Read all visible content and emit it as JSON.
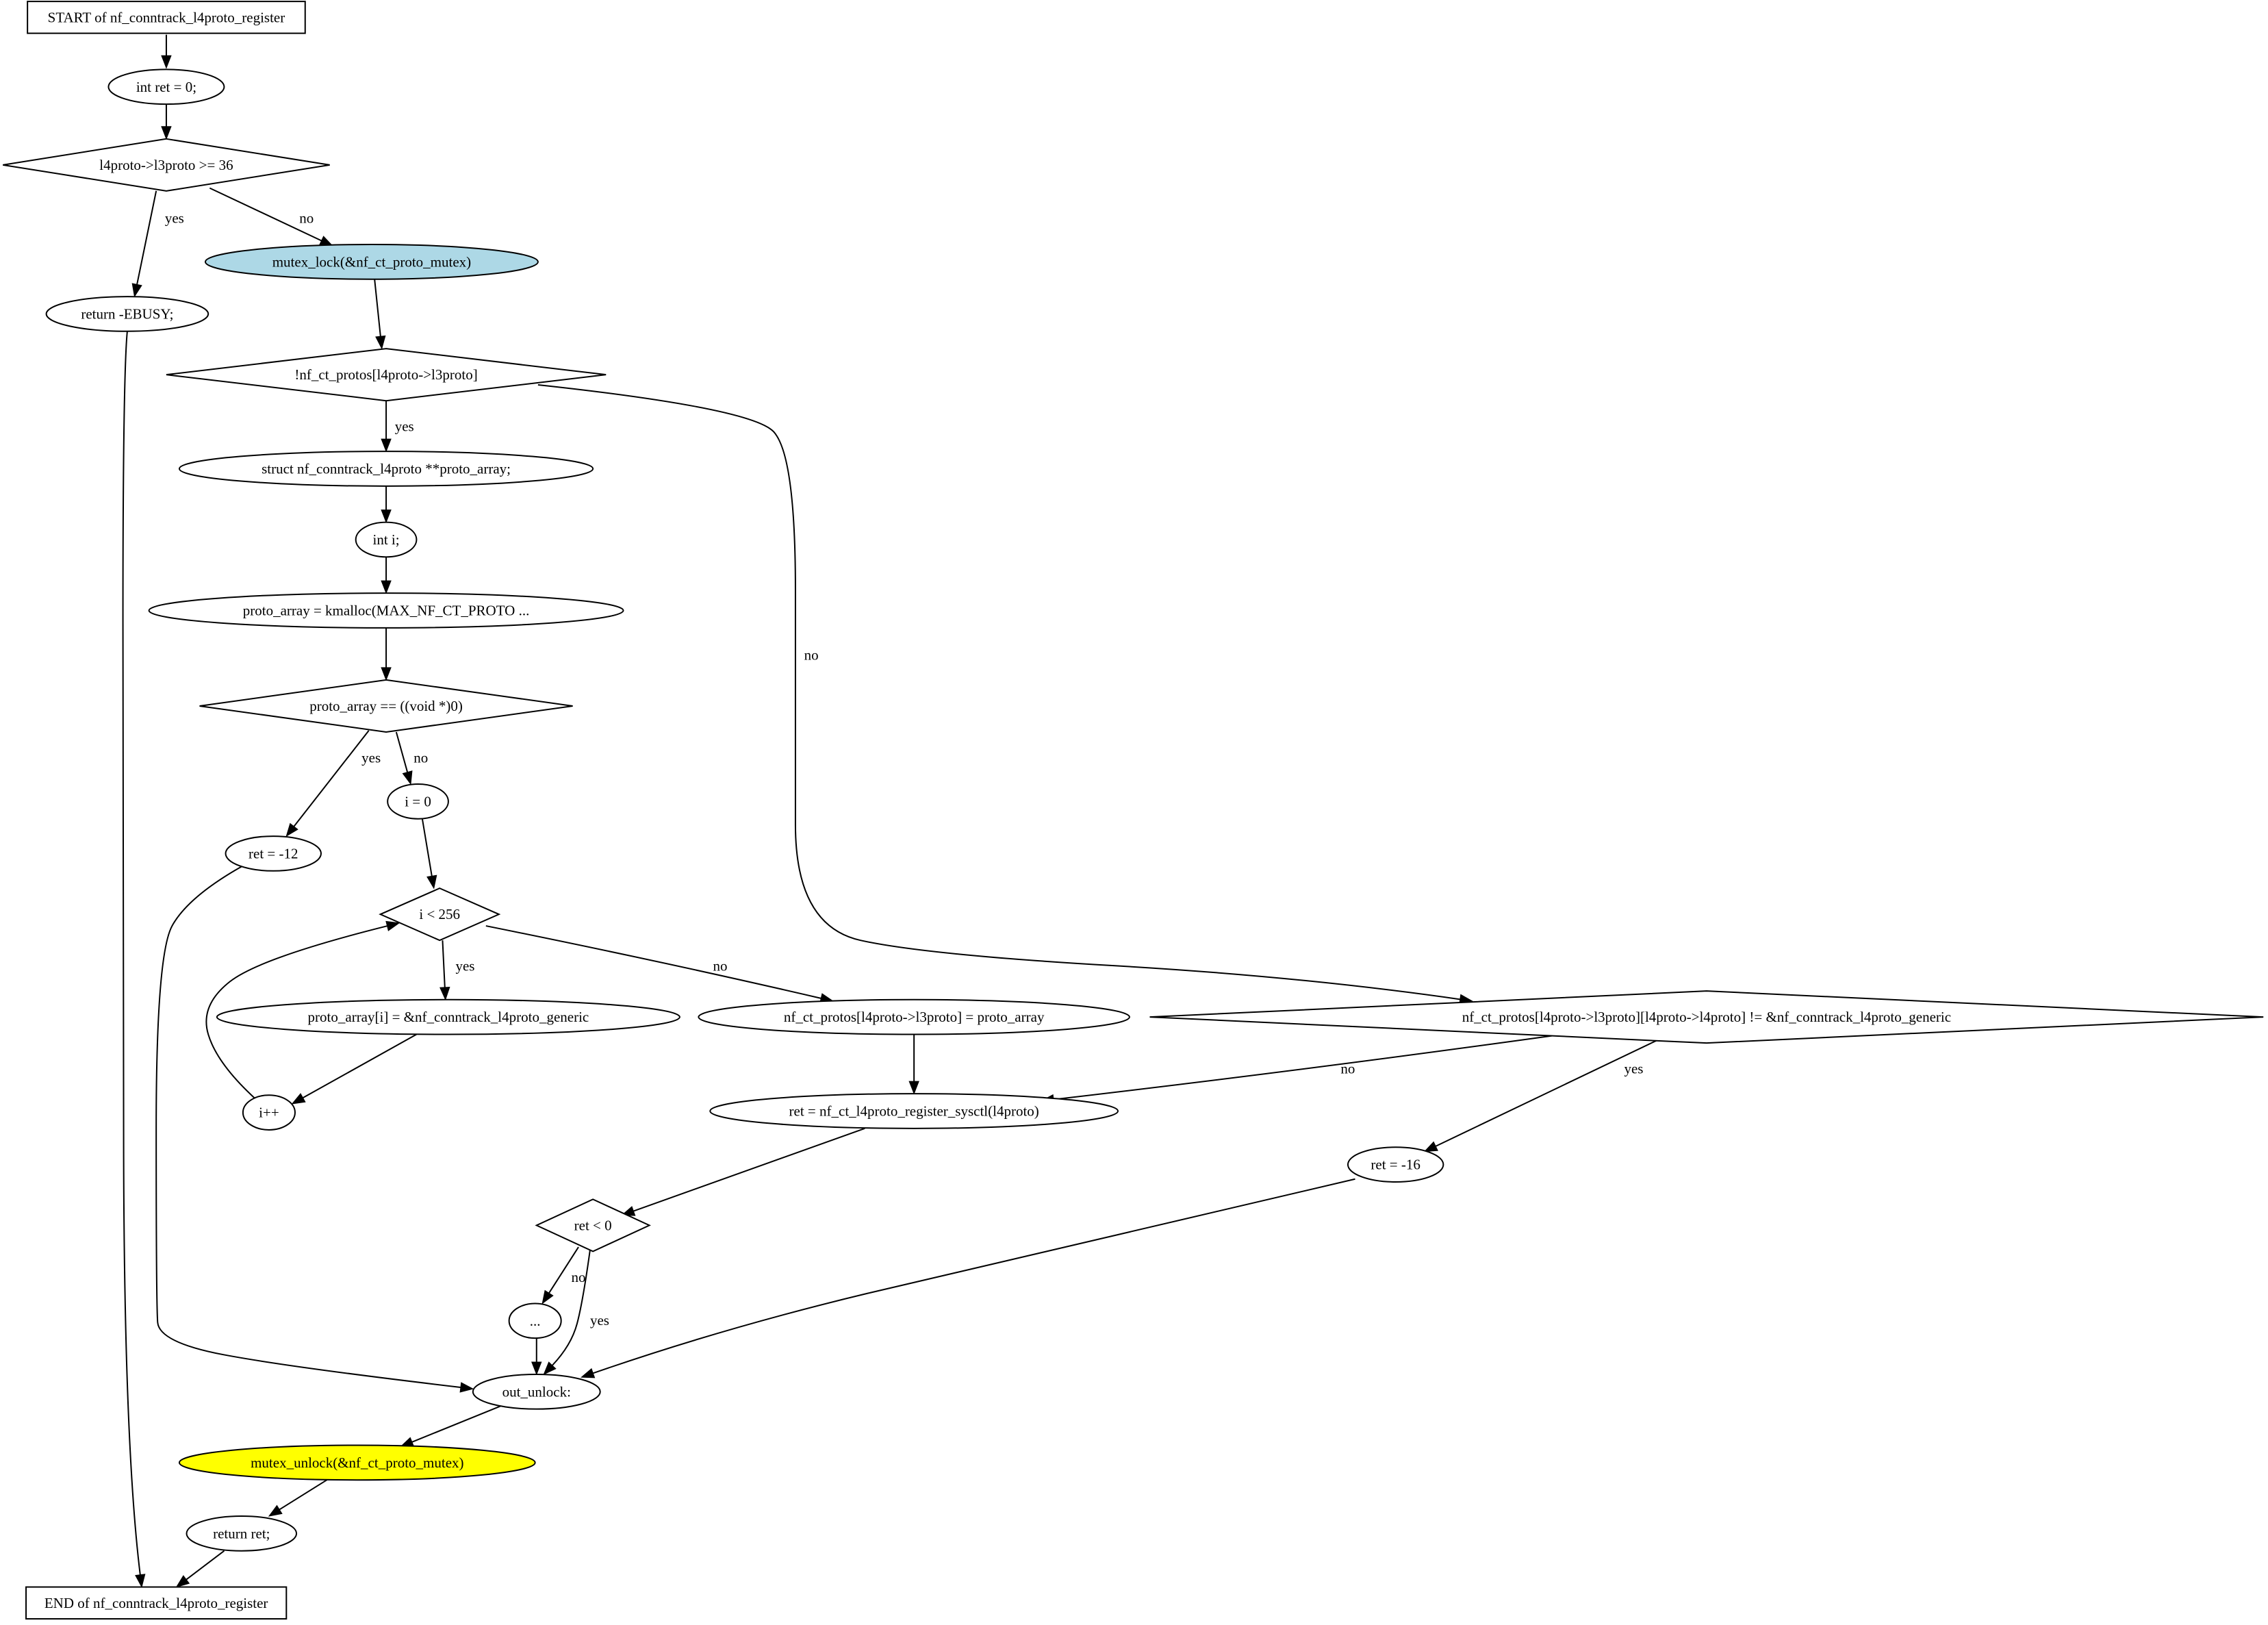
{
  "colors": {
    "background": "#ffffff",
    "stroke": "#000000",
    "node_default_fill": "#ffffff",
    "lock_fill": "#add8e6",
    "unlock_fill": "#ffff00"
  },
  "nodes": [
    {
      "id": "start",
      "shape": "box",
      "label": "START of nf_conntrack_l4proto_register"
    },
    {
      "id": "int-ret",
      "shape": "ellipse",
      "label": "int ret = 0;"
    },
    {
      "id": "cond-l3proto",
      "shape": "diamond",
      "label": "l4proto->l3proto >= 36"
    },
    {
      "id": "return-ebusy",
      "shape": "ellipse",
      "label": "return -EBUSY;"
    },
    {
      "id": "mutex-lock",
      "shape": "ellipse",
      "label": "mutex_lock(&nf_ct_proto_mutex)",
      "fill": "lock_fill"
    },
    {
      "id": "cond-protos-null",
      "shape": "diamond",
      "label": "!nf_ct_protos[l4proto->l3proto]"
    },
    {
      "id": "decl-proto-array",
      "shape": "ellipse",
      "label": "struct nf_conntrack_l4proto **proto_array;"
    },
    {
      "id": "decl-int-i",
      "shape": "ellipse",
      "label": "int i;"
    },
    {
      "id": "assign-kmalloc",
      "shape": "ellipse",
      "label": "proto_array = kmalloc(MAX_NF_CT_PROTO ..."
    },
    {
      "id": "cond-proto-array-null",
      "shape": "diamond",
      "label": "proto_array == ((void *)0)"
    },
    {
      "id": "assign-i-zero",
      "shape": "ellipse",
      "label": "i = 0"
    },
    {
      "id": "ret-minus-12",
      "shape": "ellipse",
      "label": "ret = -12"
    },
    {
      "id": "cond-i-lt-256",
      "shape": "diamond",
      "label": "i < 256"
    },
    {
      "id": "assign-generic",
      "shape": "ellipse",
      "label": "proto_array[i] = &nf_conntrack_l4proto_generic"
    },
    {
      "id": "i-increment",
      "shape": "ellipse",
      "label": "i++"
    },
    {
      "id": "assign-protos",
      "shape": "ellipse",
      "label": "nf_ct_protos[l4proto->l3proto] = proto_array"
    },
    {
      "id": "cond-not-generic",
      "shape": "diamond",
      "label": "nf_ct_protos[l4proto->l3proto][l4proto->l4proto] != &nf_conntrack_l4proto_generic"
    },
    {
      "id": "ret-register-sysctl",
      "shape": "ellipse",
      "label": "ret = nf_ct_l4proto_register_sysctl(l4proto)"
    },
    {
      "id": "ret-minus-16",
      "shape": "ellipse",
      "label": "ret = -16"
    },
    {
      "id": "cond-ret-lt-0",
      "shape": "diamond",
      "label": "ret < 0"
    },
    {
      "id": "ellipsis",
      "shape": "ellipse",
      "label": "..."
    },
    {
      "id": "out-unlock",
      "shape": "ellipse",
      "label": "out_unlock:"
    },
    {
      "id": "mutex-unlock",
      "shape": "ellipse",
      "label": "mutex_unlock(&nf_ct_proto_mutex)",
      "fill": "unlock_fill"
    },
    {
      "id": "return-ret",
      "shape": "ellipse",
      "label": "return ret;"
    },
    {
      "id": "end",
      "shape": "box",
      "label": "END of nf_conntrack_l4proto_register"
    }
  ],
  "edges": [
    {
      "from": "start",
      "to": "int-ret",
      "label": ""
    },
    {
      "from": "int-ret",
      "to": "cond-l3proto",
      "label": ""
    },
    {
      "from": "cond-l3proto",
      "to": "return-ebusy",
      "label": "yes"
    },
    {
      "from": "cond-l3proto",
      "to": "mutex-lock",
      "label": "no"
    },
    {
      "from": "return-ebusy",
      "to": "end",
      "label": ""
    },
    {
      "from": "mutex-lock",
      "to": "cond-protos-null",
      "label": ""
    },
    {
      "from": "cond-protos-null",
      "to": "decl-proto-array",
      "label": "yes"
    },
    {
      "from": "cond-protos-null",
      "to": "cond-not-generic",
      "label": "no"
    },
    {
      "from": "decl-proto-array",
      "to": "decl-int-i",
      "label": ""
    },
    {
      "from": "decl-int-i",
      "to": "assign-kmalloc",
      "label": ""
    },
    {
      "from": "assign-kmalloc",
      "to": "cond-proto-array-null",
      "label": ""
    },
    {
      "from": "cond-proto-array-null",
      "to": "ret-minus-12",
      "label": "yes"
    },
    {
      "from": "cond-proto-array-null",
      "to": "assign-i-zero",
      "label": "no"
    },
    {
      "from": "assign-i-zero",
      "to": "cond-i-lt-256",
      "label": ""
    },
    {
      "from": "ret-minus-12",
      "to": "out-unlock",
      "label": ""
    },
    {
      "from": "cond-i-lt-256",
      "to": "assign-generic",
      "label": "yes"
    },
    {
      "from": "cond-i-lt-256",
      "to": "assign-protos",
      "label": "no"
    },
    {
      "from": "assign-generic",
      "to": "i-increment",
      "label": ""
    },
    {
      "from": "i-increment",
      "to": "cond-i-lt-256",
      "label": ""
    },
    {
      "from": "assign-protos",
      "to": "ret-register-sysctl",
      "label": ""
    },
    {
      "from": "cond-not-generic",
      "to": "ret-register-sysctl",
      "label": "no"
    },
    {
      "from": "cond-not-generic",
      "to": "ret-minus-16",
      "label": "yes"
    },
    {
      "from": "ret-register-sysctl",
      "to": "cond-ret-lt-0",
      "label": ""
    },
    {
      "from": "cond-ret-lt-0",
      "to": "ellipsis",
      "label": "no"
    },
    {
      "from": "cond-ret-lt-0",
      "to": "out-unlock",
      "label": "yes"
    },
    {
      "from": "ellipsis",
      "to": "out-unlock",
      "label": ""
    },
    {
      "from": "ret-minus-16",
      "to": "out-unlock",
      "label": ""
    },
    {
      "from": "out-unlock",
      "to": "mutex-unlock",
      "label": ""
    },
    {
      "from": "mutex-unlock",
      "to": "return-ret",
      "label": ""
    },
    {
      "from": "return-ret",
      "to": "end",
      "label": ""
    }
  ]
}
